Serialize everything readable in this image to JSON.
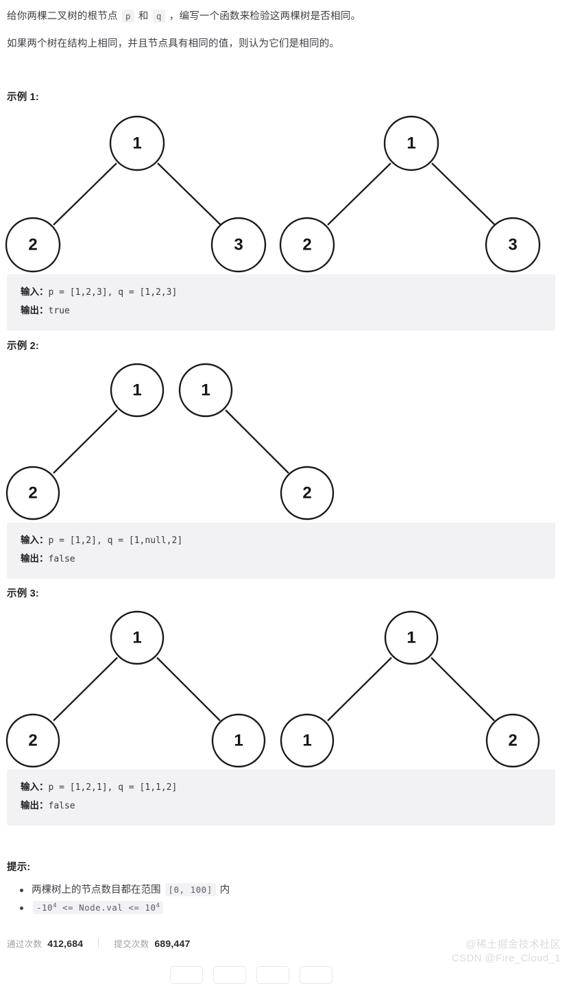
{
  "problem": {
    "paragraph_1": {
      "seg_1": "给你两棵二叉树的根节点 ",
      "code_p": "p",
      "seg_2": " 和 ",
      "code_q": "q",
      "seg_3": " ，编写一个函数来检验这两棵树是否相同。"
    },
    "paragraph_2": "如果两个树在结构上相同，并且节点具有相同的值，则认为它们是相同的。"
  },
  "examples": [
    {
      "heading": "示例 1:",
      "input_label": "输入：",
      "input_value": "p = [1,2,3], q = [1,2,3]",
      "output_label": "输出：",
      "output_value": "true",
      "tree_left": {
        "root": "1",
        "left_child": "2",
        "right_child": "3"
      },
      "tree_right": {
        "root": "1",
        "left_child": "2",
        "right_child": "3"
      }
    },
    {
      "heading": "示例 2:",
      "input_label": "输入：",
      "input_value": "p = [1,2], q = [1,null,2]",
      "output_label": "输出：",
      "output_value": "false",
      "tree_left": {
        "root": "1",
        "left_child": "2",
        "right_child": null
      },
      "tree_right": {
        "root": "1",
        "left_child": null,
        "right_child": "2"
      }
    },
    {
      "heading": "示例 3:",
      "input_label": "输入：",
      "input_value": "p = [1,2,1], q = [1,1,2]",
      "output_label": "输出：",
      "output_value": "false",
      "tree_left": {
        "root": "1",
        "left_child": "2",
        "right_child": "1"
      },
      "tree_right": {
        "root": "1",
        "left_child": "1",
        "right_child": "2"
      }
    }
  ],
  "hints": {
    "heading": "提示:",
    "items": [
      {
        "text_before": "两棵树上的节点数目都在范围 ",
        "code": "[0, 100]",
        "text_after": " 内"
      },
      {
        "code_parts": {
          "a": "-10",
          "a_exp": "4",
          "b": " <= Node.val <= ",
          "c": "10",
          "c_exp": "4"
        }
      }
    ]
  },
  "stats": {
    "accepted_label": "通过次数",
    "accepted_value": "412,684",
    "submissions_label": "提交次数",
    "submissions_value": "689,447"
  },
  "watermark": {
    "line_1": "@稀土掘金技术社区",
    "line_2": "CSDN @Fire_Cloud_1"
  },
  "style": {
    "code_block_bg": "#f2f2f5",
    "node_stroke": "#1a1a1a",
    "node_fill": "#ffffff",
    "text_color": "#3f3f46"
  }
}
